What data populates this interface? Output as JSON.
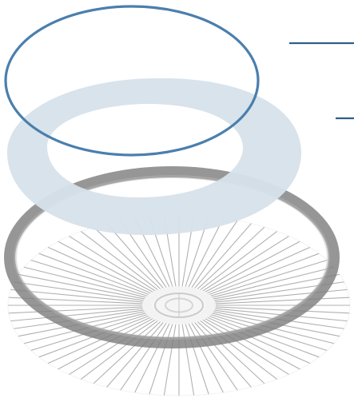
{
  "diagram": {
    "layers": [
      {
        "name": "outline-ring",
        "color": "#4a7fad"
      },
      {
        "name": "shaded-band",
        "color": "#d5e0ea"
      },
      {
        "name": "base-ring",
        "color": "#8c8c8c"
      },
      {
        "name": "radial-spokes",
        "color": "#9a9a9a"
      },
      {
        "name": "center-target",
        "color": "#bdbdbd"
      }
    ],
    "leader_lines": [
      {
        "name": "upper-leader",
        "color": "#2f5f8a"
      },
      {
        "name": "lower-leader",
        "color": "#2f5f8a"
      }
    ],
    "spoke_count": 72
  }
}
